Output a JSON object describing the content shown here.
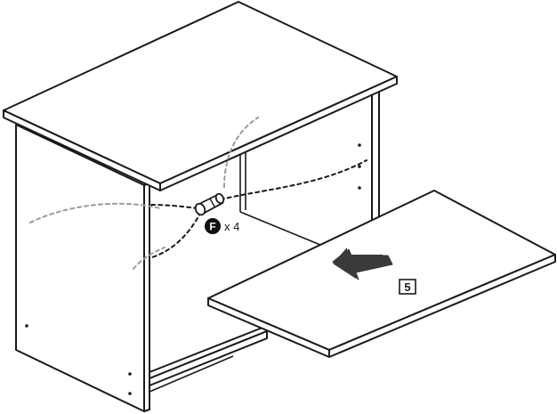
{
  "part_callout": {
    "letter": "F",
    "quantity": "x 4"
  },
  "panel_callout": {
    "number": "5"
  },
  "colors": {
    "line": "#1a1a1a",
    "guide_dash": "#9a9a9a",
    "arrow": "#3a3a3a",
    "badge": "#111111"
  },
  "icons": {
    "fitting": "dowel-icon",
    "direction": "insert-arrow-icon"
  }
}
